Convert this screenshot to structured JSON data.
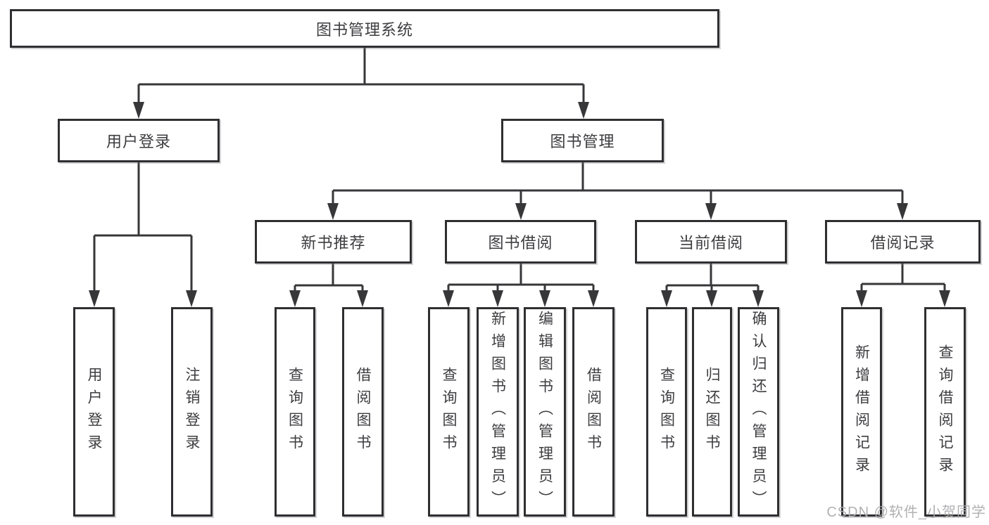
{
  "diagram": {
    "type": "tree",
    "root": "图书管理系统",
    "branches": [
      {
        "label": "用户登录",
        "leaves": [
          "用户登录",
          "注销登录"
        ]
      },
      {
        "label": "图书管理",
        "groups": [
          {
            "label": "新书推荐",
            "leaves": [
              "查询图书",
              "借阅图书"
            ]
          },
          {
            "label": "图书借阅",
            "leaves": [
              "查询图书",
              "新增图书（管理员）",
              "编辑图书（管理员）",
              "借阅图书"
            ]
          },
          {
            "label": "当前借阅",
            "leaves": [
              "查询图书",
              "归还图书",
              "确认归还（管理员）"
            ]
          },
          {
            "label": "借阅记录",
            "leaves": [
              "新增借阅记录",
              "查询借阅记录"
            ]
          }
        ]
      }
    ]
  },
  "watermark": "CSDN @软件_小贺同学",
  "colors": {
    "line": "#37373a",
    "border": "#2f2f32",
    "text": "#3d3d40",
    "watermark": "#ababad",
    "background": "#ffffff"
  }
}
